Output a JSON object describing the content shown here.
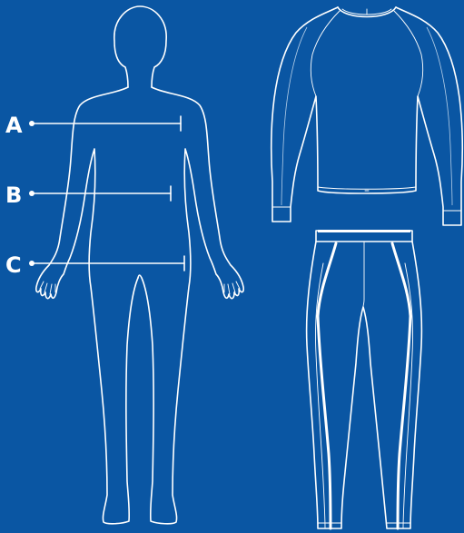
{
  "colors": {
    "background": "#0a56a3",
    "line": "#ffffff"
  },
  "measurements": [
    {
      "label": "A"
    },
    {
      "label": "B"
    },
    {
      "label": "C"
    }
  ]
}
